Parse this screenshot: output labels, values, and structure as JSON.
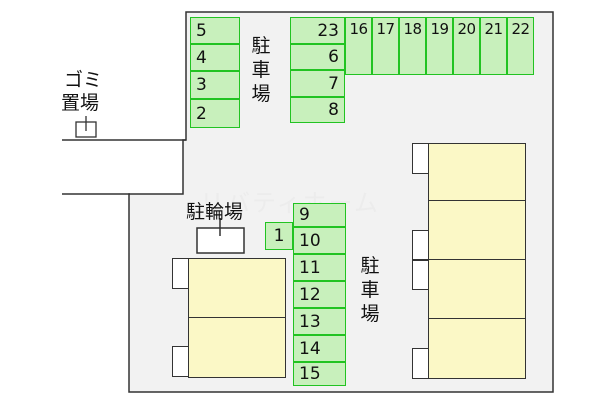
{
  "labels": {
    "parking_top": "駐車場",
    "parking_right": "駐車場",
    "trash_line1": "ゴミ",
    "trash_line2": "置場",
    "bicycle": "駐輪場",
    "watermark": "リバティホーム"
  },
  "parking_left_column": [
    "5",
    "4",
    "3",
    "2"
  ],
  "parking_top_column": [
    "23",
    "6",
    "7",
    "8"
  ],
  "parking_top_row": [
    "16",
    "17",
    "18",
    "19",
    "20",
    "21",
    "22"
  ],
  "parking_center_column": [
    "9",
    "10",
    "11",
    "12",
    "13",
    "14",
    "15"
  ],
  "parking_single": "1",
  "colors": {
    "slot_fill": "#c8f0bc",
    "slot_border": "#22c322",
    "building_fill": "#fbf8c6",
    "lot_fill": "#f2f2f2"
  }
}
